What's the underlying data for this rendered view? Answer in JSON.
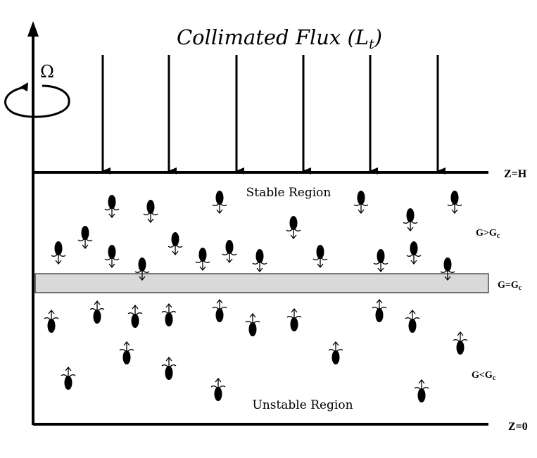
{
  "title": "Collimated Flux (L",
  "title_subscript": "t",
  "title_close": ")",
  "omega": "Ω",
  "labels": {
    "z_top": "Z=H",
    "z_bottom": "Z=0",
    "stable_region": "Stable Region",
    "unstable_region": "Unstable Region"
  },
  "conditions": {
    "above": {
      "main": "G>G",
      "sub": "c"
    },
    "equal": {
      "main": "G=G",
      "sub": "c"
    },
    "below": {
      "main": "G<G",
      "sub": "c"
    }
  },
  "colors": {
    "ink": "#000000",
    "band_fill": "#d9d9d9",
    "background": "#ffffff"
  },
  "icons": {
    "down_swimmer": "downward-swimming-cell-icon",
    "up_swimmer": "upward-swimming-cell-icon"
  }
}
